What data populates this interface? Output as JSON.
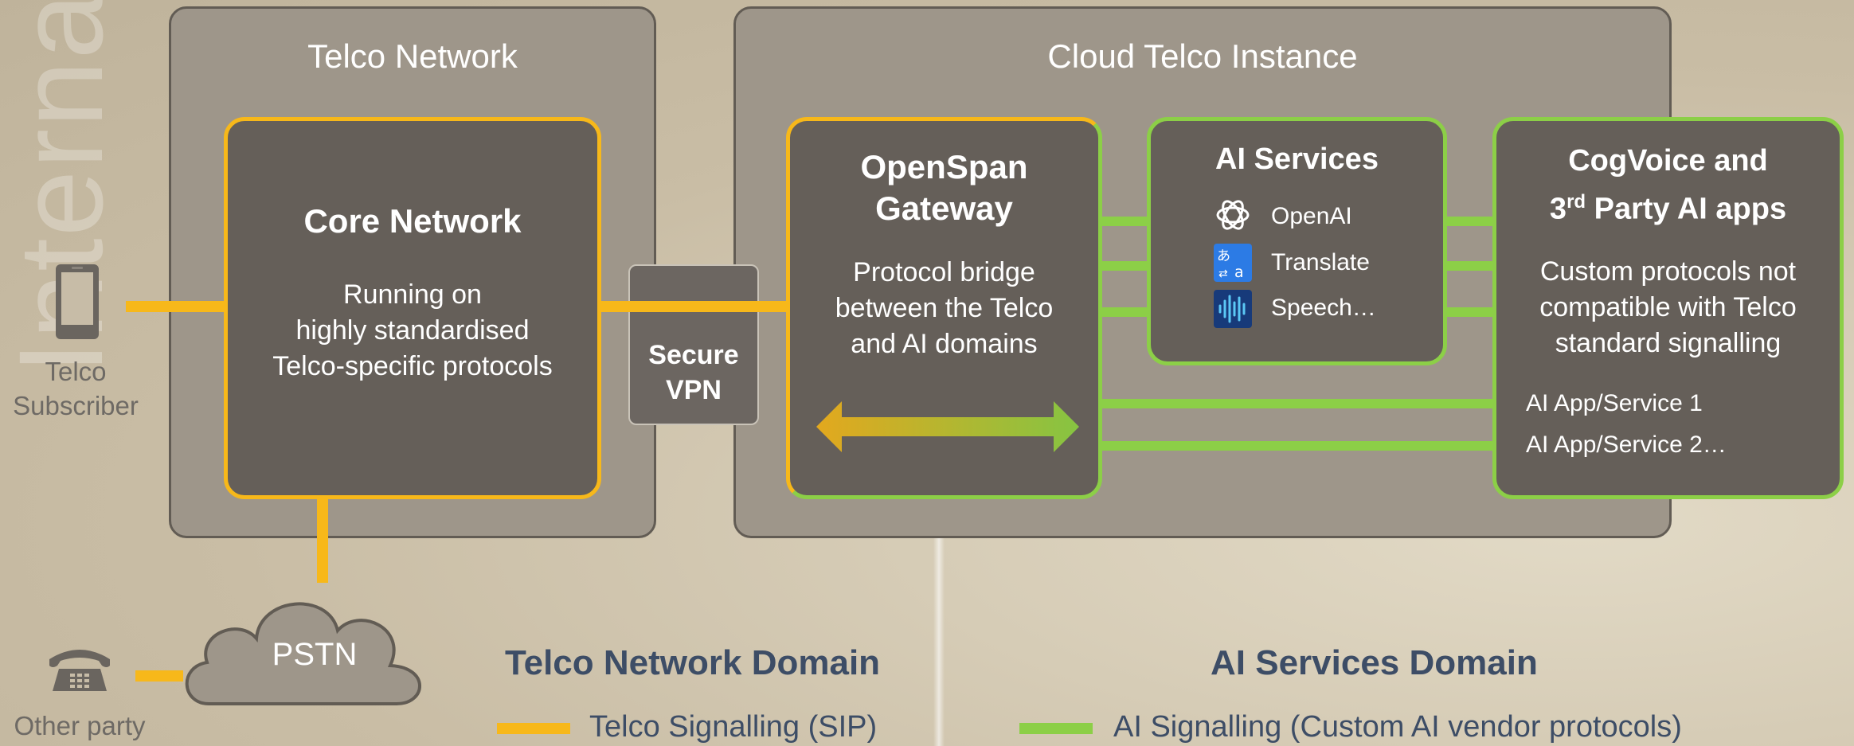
{
  "watermark": "Internal use only",
  "telco_panel": {
    "title": "Telco Network"
  },
  "cloud_panel": {
    "title": "Cloud Telco Instance"
  },
  "core_network": {
    "title": "Core Network",
    "description_lines": [
      "Running on",
      "highly standardised",
      "Telco-specific protocols"
    ]
  },
  "secure_vpn": {
    "lines": [
      "Secure",
      "VPN"
    ]
  },
  "openspan": {
    "title_lines": [
      "OpenSpan",
      "Gateway"
    ],
    "description_lines": [
      "Protocol bridge",
      "between the Telco",
      "and AI domains"
    ]
  },
  "ai_services": {
    "title": "AI Services",
    "items": [
      {
        "label": "OpenAI",
        "icon": "openai-icon"
      },
      {
        "label": "Translate",
        "icon": "translate-icon"
      },
      {
        "label": "Speech…",
        "icon": "speech-icon"
      }
    ]
  },
  "cogvoice": {
    "title_line1": "CogVoice and",
    "title_line2_pre": "3",
    "title_line2_sup": "rd",
    "title_line2_post": " Party AI apps",
    "description_lines": [
      "Custom protocols not",
      "compatible with Telco",
      "standard signalling"
    ],
    "apps": [
      "AI App/Service 1",
      "AI App/Service 2…"
    ]
  },
  "subscriber": {
    "label_lines": [
      "Telco",
      "Subscriber"
    ],
    "icon": "mobile-phone-icon"
  },
  "other_party": {
    "label": "Other party",
    "icon": "desk-phone-icon"
  },
  "pstn": {
    "label": "PSTN"
  },
  "legend": {
    "telco": {
      "title": "Telco Network Domain",
      "item": "Telco Signalling (SIP)",
      "color": "#f7b81a"
    },
    "ai": {
      "title": "AI Services Domain",
      "item": "AI Signalling (Custom AI vendor protocols)",
      "color": "#8ccf47"
    }
  }
}
